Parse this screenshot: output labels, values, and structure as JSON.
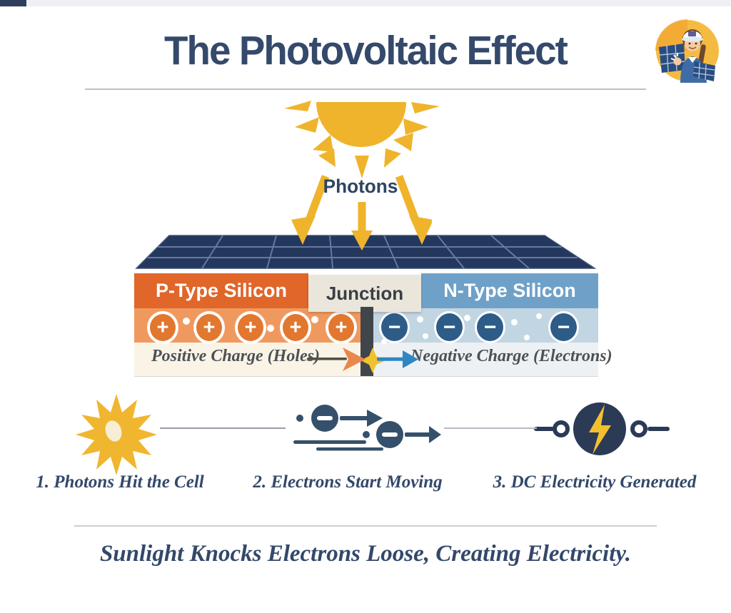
{
  "header": {
    "title": "The Photovoltaic Effect",
    "logo_alt": "solar-technician-mascot-badge"
  },
  "sun": {
    "label": "Photons"
  },
  "cell": {
    "p_region": {
      "header": "P-Type Silicon",
      "symbol": "+",
      "charge_count": 5,
      "caption": "Positive Charge (Holes)",
      "header_color": "#e0662a",
      "band_color": "#f0995f"
    },
    "junction": {
      "header": "Junction",
      "bar_color": "#3f454b"
    },
    "n_region": {
      "header": "N-Type Silicon",
      "symbol": "−",
      "charge_count": 4,
      "caption": "Negative Charge (Electrons)",
      "header_color": "#6fa1c8",
      "band_color": "#c2d5e2"
    }
  },
  "steps": [
    {
      "number": "1.",
      "label": "Photons Hit the Cell",
      "icon": "starburst-icon"
    },
    {
      "number": "2.",
      "label": "Electrons Start Moving",
      "icon": "moving-electrons-icon"
    },
    {
      "number": "3.",
      "label": "DC Electricity Generated",
      "icon": "lightning-circuit-icon"
    }
  ],
  "footer": {
    "caption": "Sunlight Knocks Electrons Loose, Creating Electricity."
  },
  "colors": {
    "title_navy": "#34496b",
    "sun_yellow": "#efb42c",
    "panel_navy": "#24375c",
    "p_orange": "#e0662a",
    "n_blue": "#6fa1c8",
    "electron_navy": "#35506b",
    "hole_arrow_orange": "#e8894b",
    "electron_arrow_blue": "#2f86c2"
  }
}
